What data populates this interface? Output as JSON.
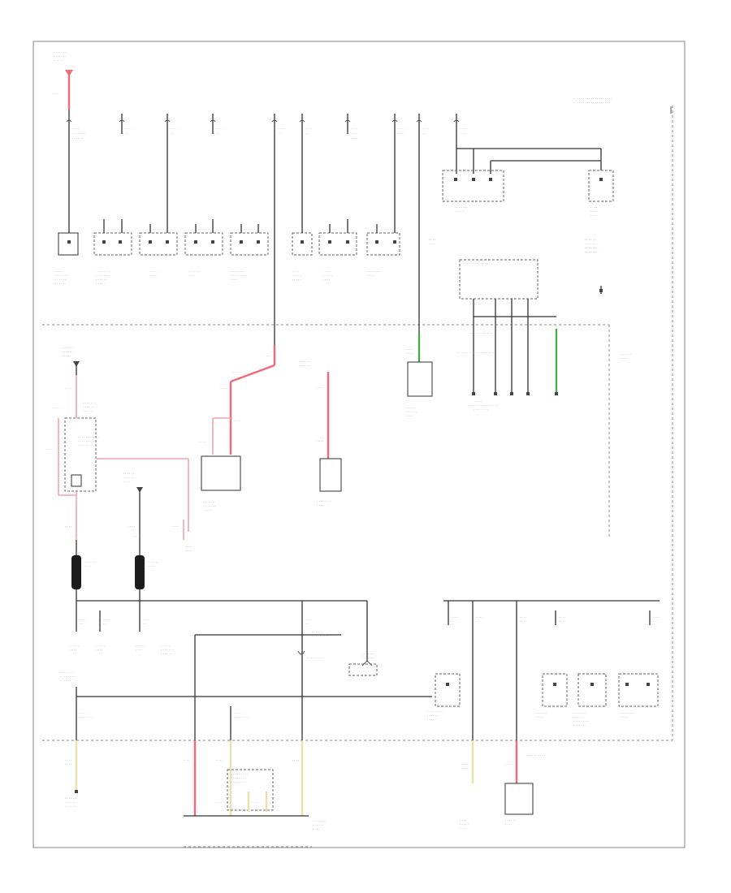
{
  "diagram": {
    "footer_code": "",
    "colors": {
      "frame": "#9a9a9a",
      "wire": "#333333",
      "red_wire": "#f06a78",
      "green_wire": "#3fae3f",
      "yellow_wire": "#e9e2a8",
      "fusible_link": "#1c1c1c"
    },
    "regions": [
      "upper-fuse-row",
      "middle-relay-section",
      "lower-fuse-row"
    ]
  }
}
